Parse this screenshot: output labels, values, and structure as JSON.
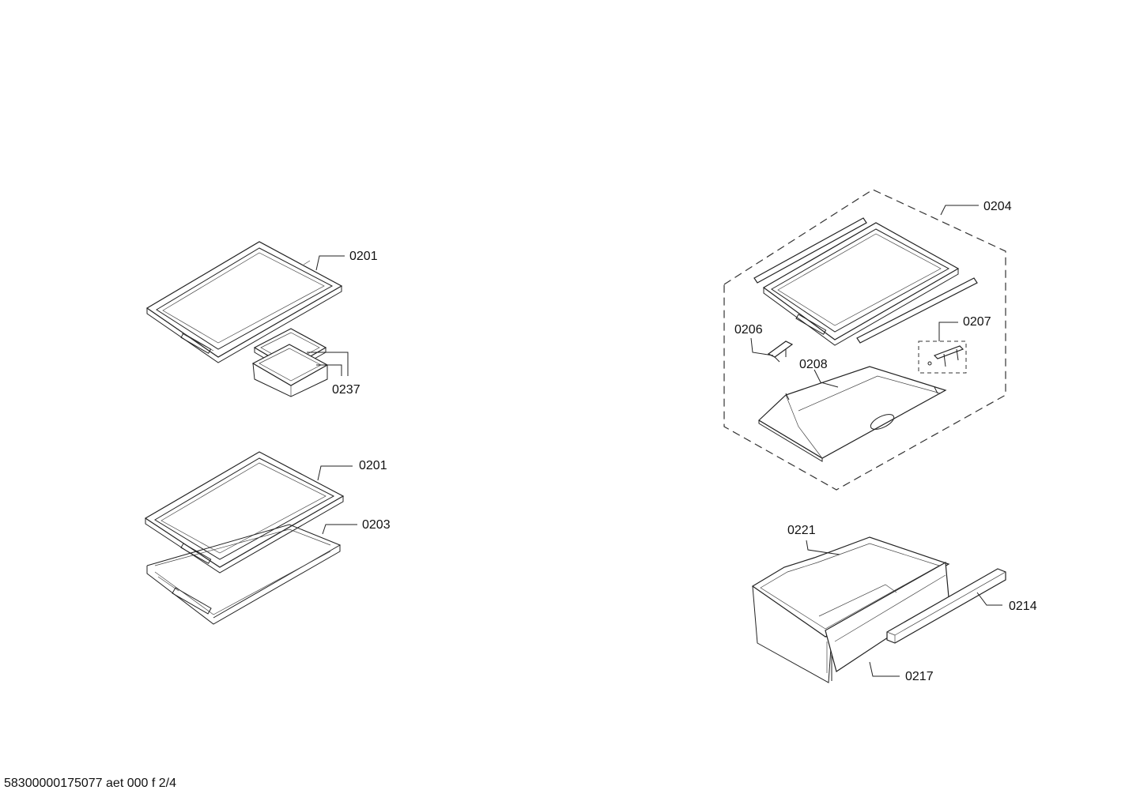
{
  "document": {
    "reference": "58300000175077 aet 000 f 2/4"
  },
  "parts": {
    "p0201a": "0201",
    "p0237": "0237",
    "p0201b": "0201",
    "p0203": "0203",
    "p0204": "0204",
    "p0206": "0206",
    "p0207": "0207",
    "p0208": "0208",
    "p0221": "0221",
    "p0214": "0214",
    "p0217": "0217"
  }
}
